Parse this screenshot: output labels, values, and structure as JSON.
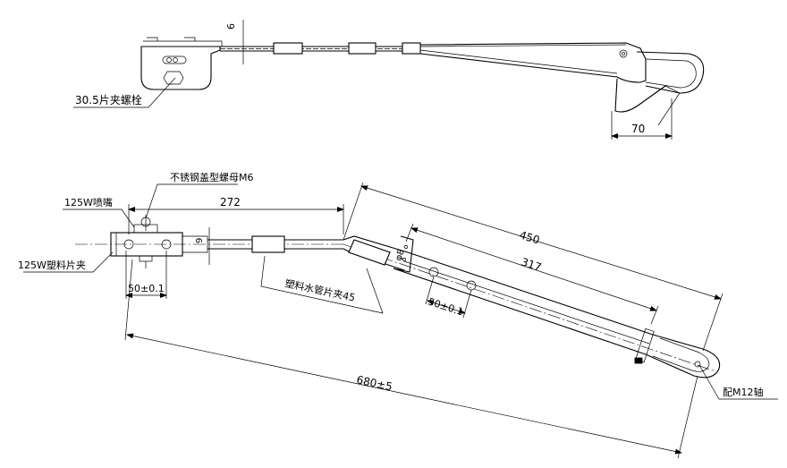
{
  "labels": {
    "bolt_note": "30.5片夹螺栓",
    "dim_6": "6",
    "dim_70": "70",
    "nut_note": "不锈钢盖型螺母M6",
    "nozzle_note": "125W喷嘴",
    "clip_note": "125W塑料片夹",
    "dim_272": "272",
    "dim_50_left": "50±0.1",
    "hose_clip_note": "塑料水管片夹45",
    "dim_450": "450",
    "dim_317": "317",
    "dim_50_right": "50±0.1",
    "dim_680": "680±5",
    "shaft_note": "配M12轴",
    "dim_9": "9",
    "dim_98": "φ8"
  }
}
